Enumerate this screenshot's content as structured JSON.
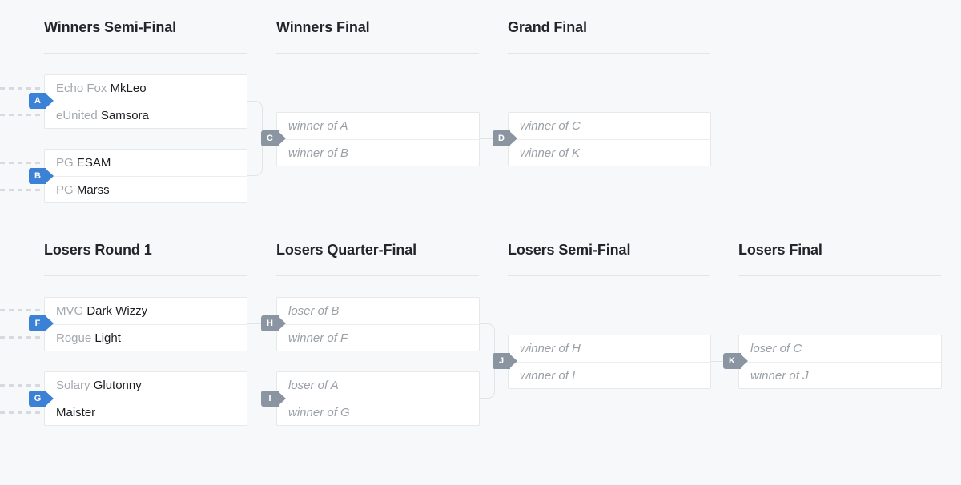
{
  "bracket": {
    "background_color": "#f7f8f9",
    "accent_blue": "#3b82d6",
    "accent_gray": "#8b95a1",
    "rounds": [
      {
        "id": "winners-semi-final",
        "title": "Winners Semi-Final"
      },
      {
        "id": "winners-final",
        "title": "Winners Final"
      },
      {
        "id": "grand-final",
        "title": "Grand Final"
      },
      {
        "id": "losers-round-1",
        "title": "Losers Round 1"
      },
      {
        "id": "losers-quarter-final",
        "title": "Losers Quarter-Final"
      },
      {
        "id": "losers-semi-final",
        "title": "Losers Semi-Final"
      },
      {
        "id": "losers-final",
        "title": "Losers Final"
      }
    ],
    "matches": [
      {
        "letter": "A",
        "badge_color": "blue",
        "round": "winners-semi-final",
        "slots": [
          {
            "team": "Echo Fox",
            "name": "MkLeo",
            "placeholder": false
          },
          {
            "team": "eUnited",
            "name": "Samsora",
            "placeholder": false
          }
        ]
      },
      {
        "letter": "B",
        "badge_color": "blue",
        "round": "winners-semi-final",
        "slots": [
          {
            "team": "PG",
            "name": "ESAM",
            "placeholder": false
          },
          {
            "team": "PG",
            "name": "Marss",
            "placeholder": false
          }
        ]
      },
      {
        "letter": "C",
        "badge_color": "gray",
        "round": "winners-final",
        "slots": [
          {
            "team": "",
            "name": "winner of A",
            "placeholder": true
          },
          {
            "team": "",
            "name": "winner of B",
            "placeholder": true
          }
        ]
      },
      {
        "letter": "D",
        "badge_color": "gray",
        "round": "grand-final",
        "slots": [
          {
            "team": "",
            "name": "winner of C",
            "placeholder": true
          },
          {
            "team": "",
            "name": "winner of K",
            "placeholder": true
          }
        ]
      },
      {
        "letter": "F",
        "badge_color": "blue",
        "round": "losers-round-1",
        "slots": [
          {
            "team": "MVG",
            "name": "Dark Wizzy",
            "placeholder": false
          },
          {
            "team": "Rogue",
            "name": "Light",
            "placeholder": false
          }
        ]
      },
      {
        "letter": "G",
        "badge_color": "blue",
        "round": "losers-round-1",
        "slots": [
          {
            "team": "Solary",
            "name": "Glutonny",
            "placeholder": false
          },
          {
            "team": "",
            "name": "Maister",
            "placeholder": false
          }
        ]
      },
      {
        "letter": "H",
        "badge_color": "gray",
        "round": "losers-quarter-final",
        "slots": [
          {
            "team": "",
            "name": "loser of B",
            "placeholder": true
          },
          {
            "team": "",
            "name": "winner of F",
            "placeholder": true
          }
        ]
      },
      {
        "letter": "I",
        "badge_color": "gray",
        "round": "losers-quarter-final",
        "slots": [
          {
            "team": "",
            "name": "loser of A",
            "placeholder": true
          },
          {
            "team": "",
            "name": "winner of G",
            "placeholder": true
          }
        ]
      },
      {
        "letter": "J",
        "badge_color": "gray",
        "round": "losers-semi-final",
        "slots": [
          {
            "team": "",
            "name": "winner of H",
            "placeholder": true
          },
          {
            "team": "",
            "name": "winner of I",
            "placeholder": true
          }
        ]
      },
      {
        "letter": "K",
        "badge_color": "gray",
        "round": "losers-final",
        "slots": [
          {
            "team": "",
            "name": "loser of C",
            "placeholder": true
          },
          {
            "team": "",
            "name": "winner of J",
            "placeholder": true
          }
        ]
      }
    ]
  }
}
